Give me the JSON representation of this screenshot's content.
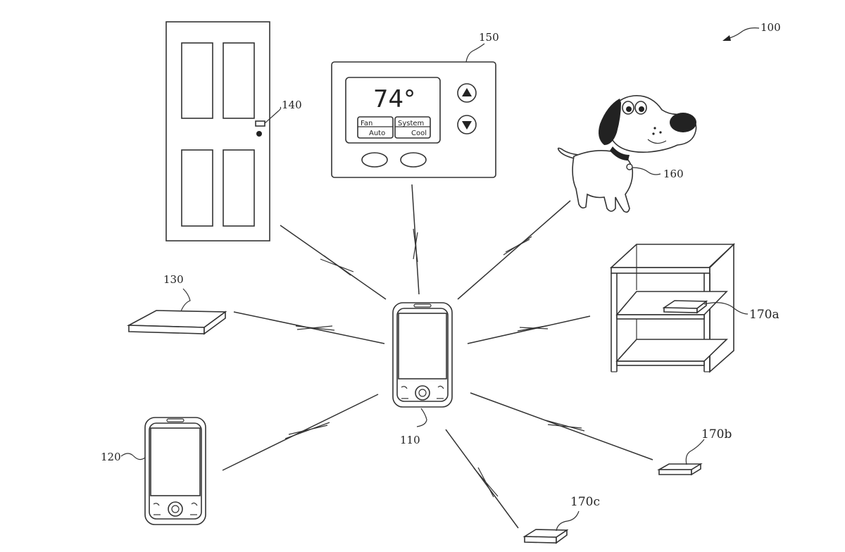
{
  "labels": {
    "system": "100",
    "hub_phone": "110",
    "phone": "120",
    "pad": "130",
    "door_sensor": "140",
    "thermostat": "150",
    "pet_tag": "160",
    "tag_a": "170a",
    "tag_b": "170b",
    "tag_c": "170c"
  },
  "thermostat": {
    "temperature": "74°",
    "fan_label": "Fan",
    "fan_value": "Auto",
    "system_label": "System",
    "system_value": "Cool"
  }
}
